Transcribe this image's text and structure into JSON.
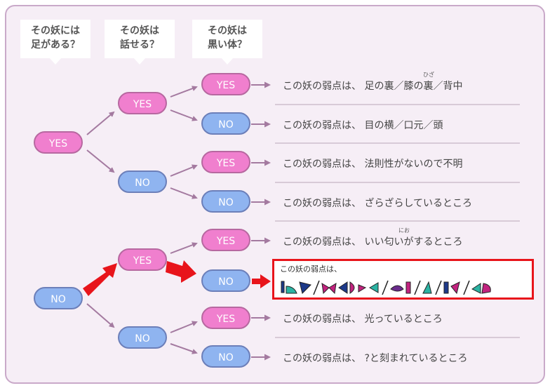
{
  "headers": [
    {
      "line1": "その妖には",
      "line2": "足がある？"
    },
    {
      "line1": "その妖は",
      "line2": "話せる？"
    },
    {
      "line1": "その妖は",
      "line2": "黒い体？"
    }
  ],
  "nodes": {
    "l1_yes": "YES",
    "l1_no": "NO",
    "l2_a": "YES",
    "l2_b": "NO",
    "l2_c": "YES",
    "l2_d": "NO",
    "l3": [
      "YES",
      "NO",
      "YES",
      "NO",
      "YES",
      "NO",
      "YES",
      "NO"
    ]
  },
  "results": [
    "この妖の弱点は、 足の裏／膝の裏／背中",
    "この妖の弱点は、 目の横／口元／頭",
    "この妖の弱点は、 法則性がないので不明",
    "この妖の弱点は、 ざらざらしているところ",
    "この妖の弱点は、 いい匂いがするところ",
    "",
    "この妖の弱点は、 光っているところ",
    "この妖の弱点は、 ?と刻まれているところ"
  ],
  "ruby": {
    "hiza": "ひざ",
    "nio": "にお"
  },
  "highlight_lead": "この妖の弱点は、",
  "colors": {
    "yes": "#f07fce",
    "no": "#8fb4f0",
    "highlight": "#e8141b",
    "connector": "#a47aa0"
  }
}
